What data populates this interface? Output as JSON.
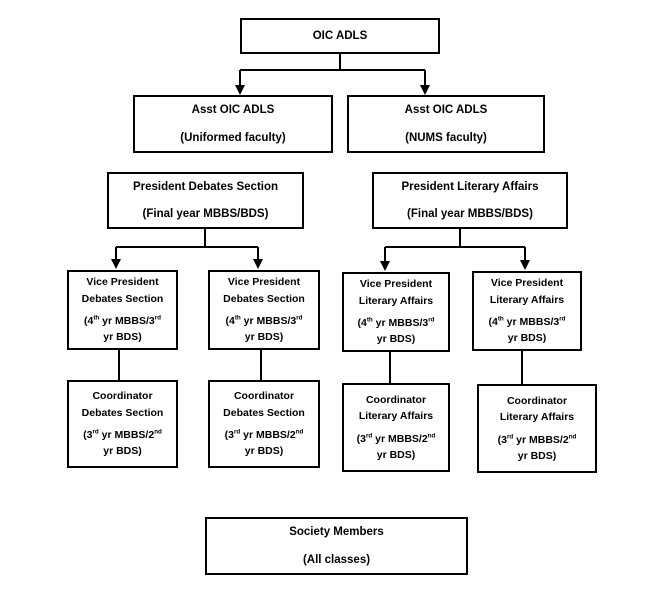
{
  "diagram": {
    "type": "org-chart",
    "colors": {
      "background": "#ffffff",
      "box_border": "#000000",
      "line": "#000000",
      "text": "#000000"
    },
    "nodes": {
      "oic": {
        "lines": [
          "OIC ADLS"
        ]
      },
      "asst_uniformed": {
        "lines": [
          "Asst OIC ADLS",
          "(Uniformed faculty)"
        ]
      },
      "asst_nums": {
        "lines": [
          "Asst OIC ADLS",
          "(NUMS faculty)"
        ]
      },
      "pres_debates": {
        "lines": [
          "President Debates Section",
          "(Final year MBBS/BDS)"
        ]
      },
      "pres_literary": {
        "lines": [
          "President Literary Affairs",
          "(Final year MBBS/BDS)"
        ]
      },
      "vp_debates_1": {
        "lines": [
          "Vice President",
          "Debates Section",
          "(4^th^ yr MBBS/3^rd^",
          "yr BDS)"
        ]
      },
      "vp_debates_2": {
        "lines": [
          "Vice President",
          "Debates Section",
          "(4^th^ yr MBBS/3^rd^",
          "yr BDS)"
        ]
      },
      "vp_literary_1": {
        "lines": [
          "Vice President",
          "Literary Affairs",
          "(4^th^ yr MBBS/3^rd^",
          "yr BDS)"
        ]
      },
      "vp_literary_2": {
        "lines": [
          "Vice President",
          "Literary Affairs",
          "(4^th^ yr MBBS/3^rd^",
          "yr BDS)"
        ]
      },
      "coord_debates_1": {
        "lines": [
          "Coordinator",
          "Debates Section",
          "(3^rd^ yr MBBS/2^nd^",
          "yr BDS)"
        ]
      },
      "coord_debates_2": {
        "lines": [
          "Coordinator",
          "Debates Section",
          "(3^rd^ yr MBBS/2^nd^",
          "yr BDS)"
        ]
      },
      "coord_literary_1": {
        "lines": [
          "Coordinator",
          "Literary Affairs",
          "(3^rd^ yr MBBS/2^nd^",
          "yr BDS)"
        ]
      },
      "coord_literary_2": {
        "lines": [
          "Coordinator",
          "Literary Affairs",
          "(3^rd^ yr MBBS/2^nd^",
          "yr BDS)"
        ]
      },
      "society": {
        "lines": [
          "Society Members",
          "(All classes)"
        ]
      }
    },
    "edges": [
      {
        "from": "oic",
        "to": "asst_uniformed",
        "arrow": true
      },
      {
        "from": "oic",
        "to": "asst_nums",
        "arrow": true
      },
      {
        "from": "pres_debates",
        "to": "vp_debates_1",
        "arrow": true
      },
      {
        "from": "pres_debates",
        "to": "vp_debates_2",
        "arrow": true
      },
      {
        "from": "pres_literary",
        "to": "vp_literary_1",
        "arrow": true
      },
      {
        "from": "pres_literary",
        "to": "vp_literary_2",
        "arrow": true
      },
      {
        "from": "vp_debates_1",
        "to": "coord_debates_1",
        "arrow": false
      },
      {
        "from": "vp_debates_2",
        "to": "coord_debates_2",
        "arrow": false
      },
      {
        "from": "vp_literary_1",
        "to": "coord_literary_1",
        "arrow": false
      },
      {
        "from": "vp_literary_2",
        "to": "coord_literary_2",
        "arrow": false
      }
    ]
  }
}
